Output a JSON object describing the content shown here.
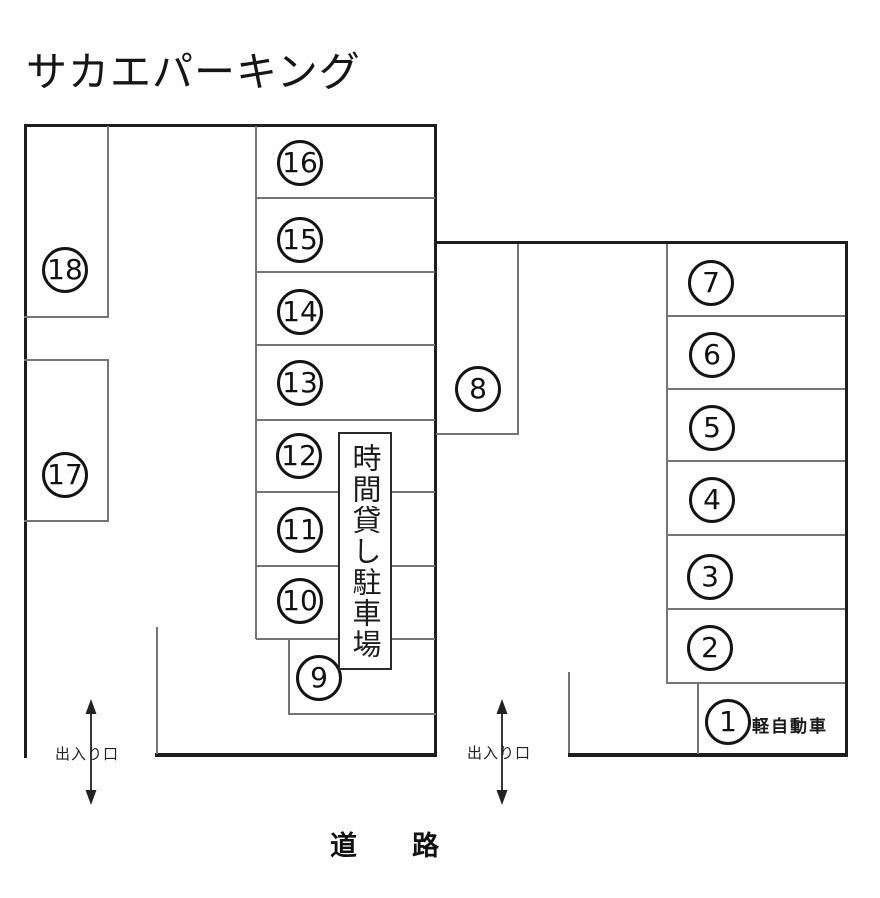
{
  "page": {
    "title": "サカエパーキング"
  },
  "colors": {
    "ink": "#1d1d1d",
    "thin_line": "#757575",
    "background": "#ffffff"
  },
  "sign": {
    "text": "時間貸し駐車場"
  },
  "labels": {
    "road": "道　路",
    "entrance_left": "出入り口",
    "entrance_right": "出入り口",
    "kei_car_note": "軽自動車"
  },
  "spots": [
    {
      "number": "1"
    },
    {
      "number": "2"
    },
    {
      "number": "3"
    },
    {
      "number": "4"
    },
    {
      "number": "5"
    },
    {
      "number": "6"
    },
    {
      "number": "7"
    },
    {
      "number": "8"
    },
    {
      "number": "9"
    },
    {
      "number": "10"
    },
    {
      "number": "11"
    },
    {
      "number": "12"
    },
    {
      "number": "13"
    },
    {
      "number": "14"
    },
    {
      "number": "15"
    },
    {
      "number": "16"
    },
    {
      "number": "17"
    },
    {
      "number": "18"
    }
  ]
}
